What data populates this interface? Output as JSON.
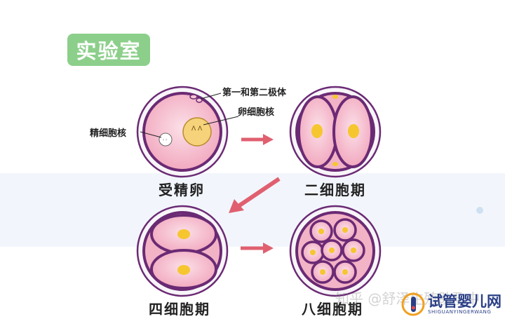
{
  "badge": {
    "text": "实验室",
    "color": "#8ccf8b"
  },
  "stages": [
    {
      "label": "受精卵"
    },
    {
      "label": "二细胞期"
    },
    {
      "label": "四细胞期"
    },
    {
      "label": "八细胞期"
    }
  ],
  "annotations": {
    "polar_bodies": "第一和第二极体",
    "egg_nucleus": "卵细胞核",
    "sperm_nucleus": "精细胞核"
  },
  "colors": {
    "membrane": "#6b2a74",
    "cell_fill": "#f6c6d4",
    "nucleus": "#f6c62f",
    "arrow": "#e06070",
    "band": "#f2f6fc"
  },
  "watermark": {
    "text": "知乎 @舒泽生殖助孕中"
  },
  "logo": {
    "name": "试管婴儿网",
    "sub": "SHIGUANYINGERWANG"
  }
}
